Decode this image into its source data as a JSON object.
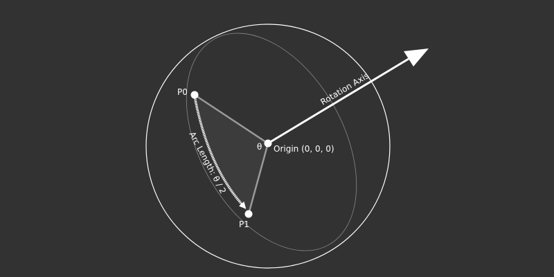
{
  "labels": {
    "p0": "P0",
    "p1": "P1",
    "theta": "θ",
    "origin": "Origin (0, 0, 0)",
    "rotation_axis": "Rotation Axis",
    "arc_length": "Arc Length: θ / 2"
  },
  "colors": {
    "background": "#323232",
    "sphere_outline": "#ffffff",
    "great_circle": "#8a8a8a",
    "wedge_fill": "#3c3c3c",
    "radius_line": "#9a9a9a",
    "arrow": "#ffffff",
    "point": "#ffffff"
  }
}
